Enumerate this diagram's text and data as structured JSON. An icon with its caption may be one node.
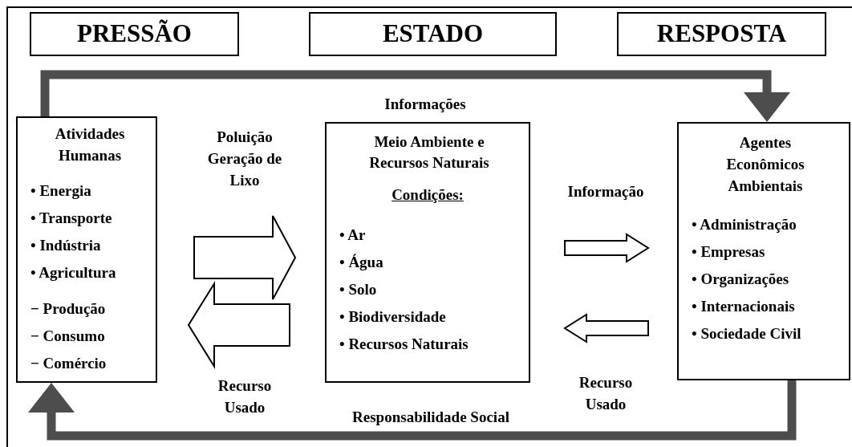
{
  "diagram": {
    "nodes": [
      {
        "text": [
          "PRESSÃO"
        ]
      },
      {
        "text": [
          "ESTADO"
        ]
      },
      {
        "text": [
          "RESPOSTA"
        ]
      },
      {
        "text": [
          "Atividades Humanas",
          "• Energia",
          "• Transporte",
          "• Indústria",
          "• Agricultura",
          "− Produção",
          "− Consumo",
          "− Comércio"
        ]
      },
      {
        "text": [
          "Meio Ambiente e Recursos Naturais",
          "Condições:",
          "• Ar",
          "• Água",
          "• Solo",
          "• Biodiversidade",
          "• Recursos Naturais"
        ]
      },
      {
        "text": [
          "Agentes Econômicos Ambientais",
          "• Administração",
          "• Empresas",
          "• Organizações",
          "• Internacionais",
          "• Sociedade Civil"
        ]
      }
    ],
    "edges": [
      {
        "from": 3,
        "to": 4,
        "arrow": "to",
        "label": "Poluição Geração de Lixo"
      },
      {
        "from": 4,
        "to": 3,
        "arrow": "to",
        "label": "Recurso Usado"
      },
      {
        "from": 4,
        "to": 5,
        "arrow": "to",
        "label": "Informação"
      },
      {
        "from": 5,
        "to": 4,
        "arrow": "to",
        "label": "Recurso Usado"
      },
      {
        "from": 3,
        "to": 5,
        "arrow": "to",
        "label": "Informações",
        "color": "#4d4d4d"
      },
      {
        "from": 5,
        "to": 3,
        "arrow": "to",
        "label": "Responsabilidade Social",
        "color": "#4d4d4d"
      }
    ]
  }
}
